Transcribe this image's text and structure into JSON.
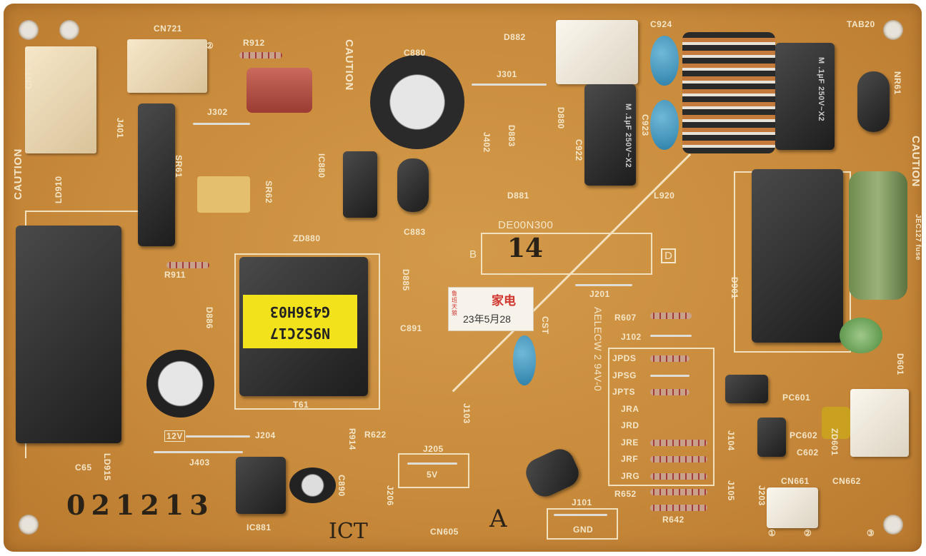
{
  "image": {
    "subject": "printed-circuit-board",
    "colors": {
      "board": "#c98b3c",
      "silkscreen": "#f4e6c8",
      "component_black": "#1d1d1d",
      "capacitor_blue": "#2c7fa8",
      "transformer_label_yellow": "#f2e21c"
    }
  },
  "labels": {
    "cn721": "CN721",
    "r912": "R912",
    "caution_top": "CAUTION",
    "c880": "C880",
    "d882": "D882",
    "j301": "J301",
    "c924": "C924",
    "tab20": "TAB20",
    "j302": "J302",
    "j401": "J401",
    "cn71": "CN71",
    "caution_left": "CAUTION",
    "ld910": "LD910",
    "sr61": "SR61",
    "sr62": "SR62",
    "ic880": "IC880",
    "j402": "J402",
    "d883": "D883",
    "d880": "D880",
    "c922": "C922",
    "c923": "C923",
    "d881": "D881",
    "l920": "L920",
    "caution_right": "CAUTION",
    "nr61": "NR61",
    "c883": "C883",
    "zd880": "ZD880",
    "model": "DE00N300",
    "b": "B",
    "d": "D",
    "r911": "R911",
    "d885": "D885",
    "j201": "J201",
    "d901": "D901",
    "d886": "D886",
    "c891": "C891",
    "cst": "CST",
    "ul_mark": "AELECW 2 94V-0",
    "v12": "12V",
    "j204": "J204",
    "j403": "J403",
    "c65": "C65",
    "t61": "T61",
    "j103": "J103",
    "r914": "R914",
    "r622": "R622",
    "j205": "J205",
    "v5": "5V",
    "j104": "J104",
    "j105": "J105",
    "j203": "J203",
    "pc601": "PC601",
    "pc602": "PC602",
    "c602": "C602",
    "zd601": "ZD601",
    "d601": "D601",
    "cn661": "CN661",
    "cn662": "CN662",
    "gnd": "GND",
    "j101": "J101",
    "cn605": "CN605",
    "ic881": "IC881",
    "c890": "C890",
    "j206": "J206",
    "ld915": "LD915",
    "r607": "R607",
    "j102": "J102",
    "r652": "R652",
    "r642": "R642",
    "fuse": "JEC127 fuse",
    "p1": "①",
    "p2": "②",
    "p3": "③"
  },
  "jumper_table": [
    "JPDS",
    "JPSG",
    "JPTS",
    "JRA",
    "JRD",
    "JRE",
    "JRF",
    "JRG"
  ],
  "transformer_label": {
    "line1": "G436H03",
    "line2": "N9S2C17"
  },
  "sticker": {
    "title": "家电",
    "side": "鲁班天狼",
    "date": "23年5月28"
  },
  "handwritten": {
    "board_number": "14",
    "serial": "021213",
    "initials": "ICT",
    "mark": "A"
  },
  "cap_text": {
    "c922": "M .1µF 250V~X2",
    "c921": "M .1µF 250V~X2"
  }
}
